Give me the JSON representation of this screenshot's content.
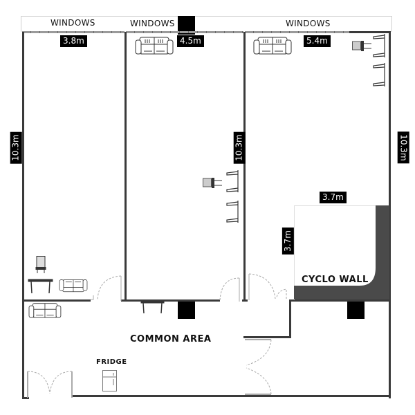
{
  "floorplan": {
    "windows": [
      {
        "label": "WINDOWS",
        "room": "room-1"
      },
      {
        "label": "WINDOWS",
        "room": "room-2"
      },
      {
        "label": "WINDOWS",
        "room": "room-3"
      }
    ],
    "rooms": [
      {
        "id": "room-1",
        "width": "3.8m",
        "length": "10.3m"
      },
      {
        "id": "room-2",
        "width": "4.5m",
        "length": "10.3m"
      },
      {
        "id": "room-3",
        "width": "5.4m",
        "length": "10.3m"
      }
    ],
    "cyclo_wall": {
      "label": "CYCLO WALL",
      "width": "3.7m",
      "depth": "3.7m",
      "color": "#4a4a4a"
    },
    "common_area": {
      "label": "COMMON AREA"
    },
    "fridge": {
      "label": "FRIDGE"
    },
    "furniture_icons": [
      "sofa-icon",
      "chair-icon",
      "table-icon",
      "light-stand-icon",
      "studio-light-icon",
      "fridge-icon",
      "door-swing-icon"
    ],
    "colors": {
      "wall": "#3a3a3a",
      "dimension_badge": "#000000",
      "pillar": "#000000"
    }
  }
}
